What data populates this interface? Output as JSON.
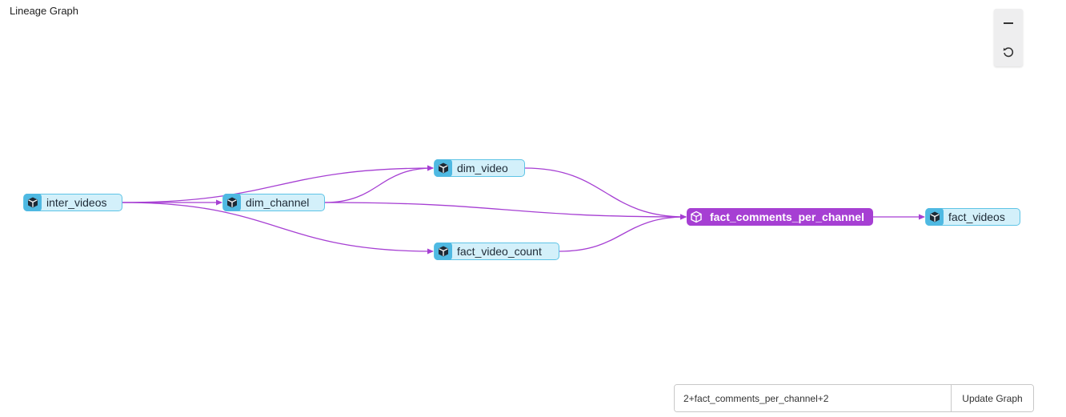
{
  "header": {
    "title": "Lineage Graph"
  },
  "controls": {
    "zoom_out_icon": "minus-icon",
    "reset_icon": "reset-icon"
  },
  "graph": {
    "nodes": [
      {
        "id": "inter_videos",
        "label": "inter_videos",
        "selected": false
      },
      {
        "id": "dim_channel",
        "label": "dim_channel",
        "selected": false
      },
      {
        "id": "dim_video",
        "label": "dim_video",
        "selected": false
      },
      {
        "id": "fact_video_count",
        "label": "fact_video_count",
        "selected": false
      },
      {
        "id": "fact_comments_per_channel",
        "label": "fact_comments_per_channel",
        "selected": true
      },
      {
        "id": "fact_videos",
        "label": "fact_videos",
        "selected": false
      }
    ],
    "edges": [
      {
        "from": "inter_videos",
        "to": "dim_channel"
      },
      {
        "from": "inter_videos",
        "to": "dim_video"
      },
      {
        "from": "inter_videos",
        "to": "fact_video_count"
      },
      {
        "from": "dim_channel",
        "to": "dim_video"
      },
      {
        "from": "dim_channel",
        "to": "fact_comments_per_channel"
      },
      {
        "from": "dim_video",
        "to": "fact_comments_per_channel"
      },
      {
        "from": "fact_video_count",
        "to": "fact_comments_per_channel"
      },
      {
        "from": "fact_comments_per_channel",
        "to": "fact_videos"
      }
    ],
    "node_icon": "model-cube-icon",
    "colors": {
      "node_fill": "#d3f0fa",
      "node_border": "#5ec4e6",
      "selected_fill": "#a63fd3",
      "edge": "#a63fd3"
    }
  },
  "query": {
    "value": "2+fact_comments_per_channel+2",
    "button_label": "Update Graph"
  }
}
